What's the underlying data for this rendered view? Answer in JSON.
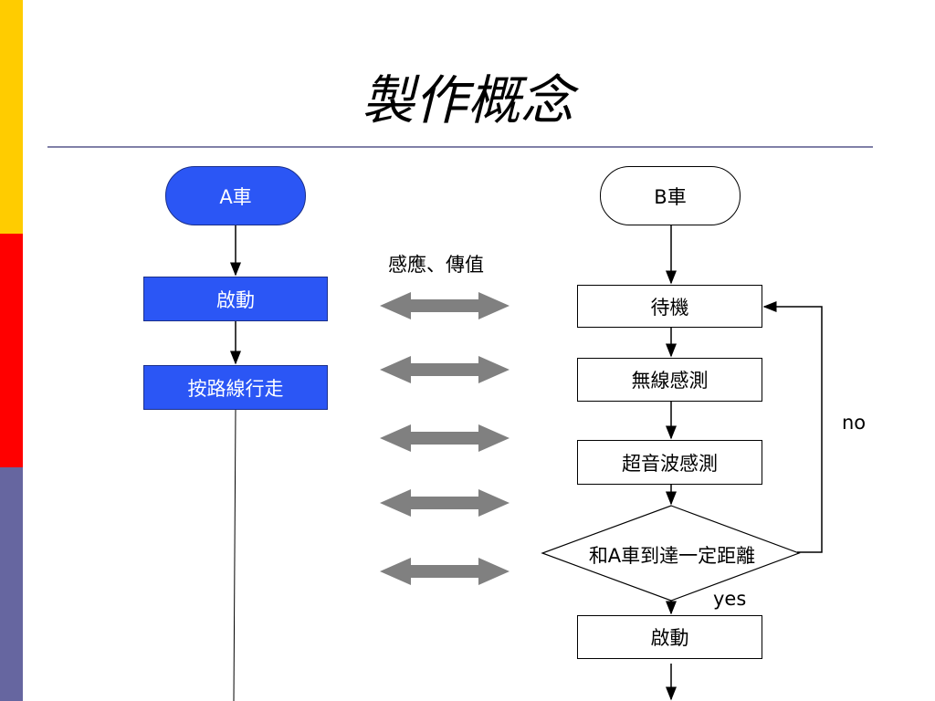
{
  "title": "製作概念",
  "colors": {
    "stripe_top": "#ffcc00",
    "stripe_mid": "#ff0000",
    "stripe_bottom": "#6666a0",
    "node_fill": "#2b56f5",
    "arrow_gray": "#808080"
  },
  "left_flow": {
    "start": "A車",
    "step1": "啟動",
    "step2": "按路線行走"
  },
  "middle": {
    "label": "感應、傳值"
  },
  "right_flow": {
    "start": "B車",
    "step1": "待機",
    "step2": "無線感測",
    "step3": "超音波感測",
    "decision": "和A車到達一定距離",
    "yes_label": "yes",
    "no_label": "no",
    "step4": "啟動"
  }
}
